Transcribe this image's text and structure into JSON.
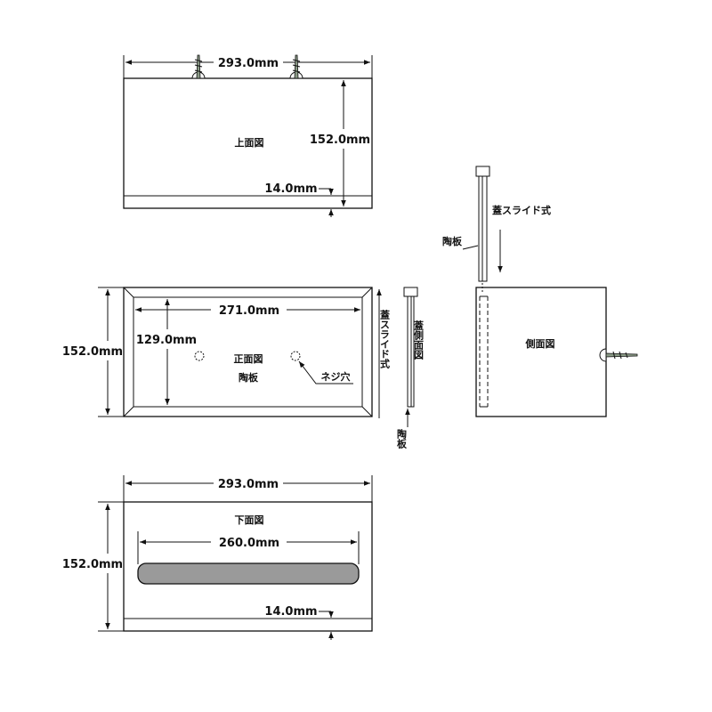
{
  "top_view": {
    "width_label": "293.0mm",
    "height_label": "152.0mm",
    "lip_label": "14.0mm",
    "view_name": "上面図"
  },
  "front_view": {
    "inner_width_label": "271.0mm",
    "height_label": "152.0mm",
    "hole_height_label": "129.0mm",
    "view_name": "正面図",
    "material_label": "陶板",
    "screw_hole_label": "ネジ穴",
    "lid_slide_label": "蓋スライド式"
  },
  "lid_side_view": {
    "view_name": "蓋側面図",
    "material_label": "陶板"
  },
  "side_view": {
    "view_name": "側面図",
    "material_label": "陶板",
    "lid_slide_label": "蓋スライド式"
  },
  "bottom_view": {
    "width_label": "293.0mm",
    "height_label": "152.0mm",
    "slot_width_label": "260.0mm",
    "lip_label": "14.0mm",
    "view_name": "下面図"
  },
  "colors": {
    "line": "#111111",
    "slot_fill": "#9a9a9a",
    "screw": "#8a9a86"
  }
}
